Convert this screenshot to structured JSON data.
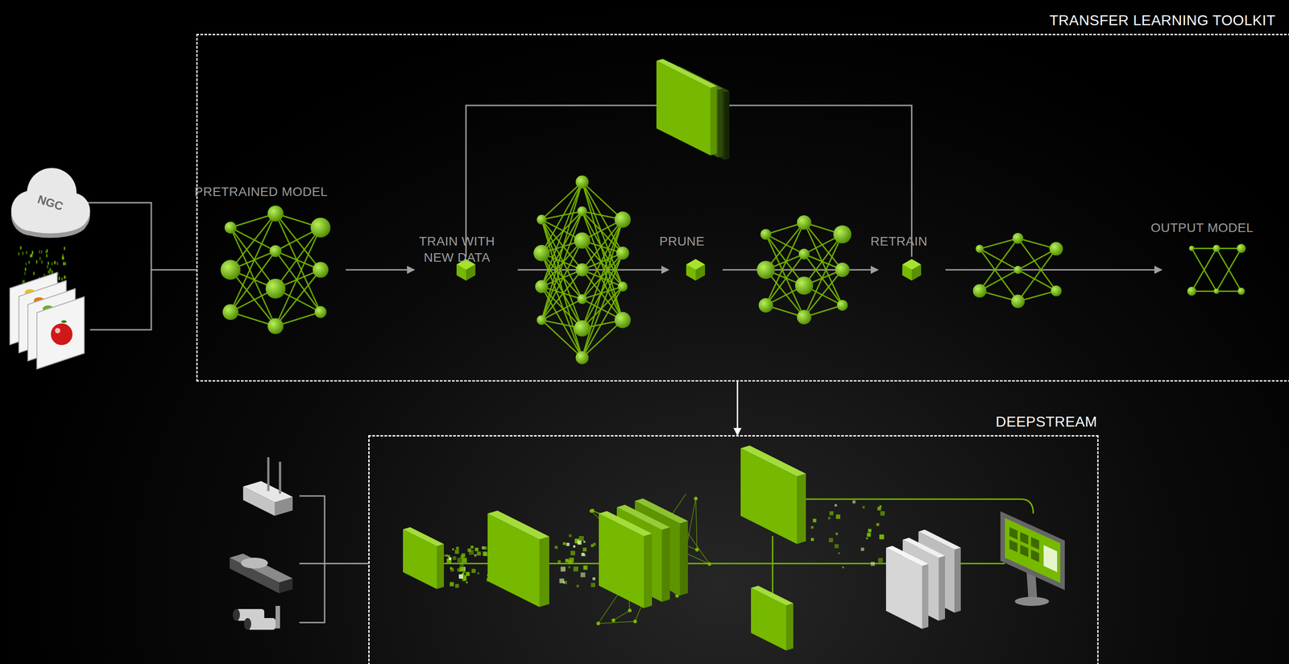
{
  "diagram": {
    "nodes": [
      {
        "text": [
          "TRANSFER LEARNING TOOLKIT"
        ]
      },
      {
        "text": [
          "NGC"
        ]
      },
      {
        "text": [
          "PRETRAINED MODEL"
        ],
        "in": 0
      },
      {
        "text": [
          "TRAIN WITH NEW DATA"
        ],
        "in": 0
      },
      {
        "text": [
          "PRUNE"
        ],
        "in": 0
      },
      {
        "text": [
          "RETRAIN"
        ],
        "in": 0
      },
      {
        "text": [
          "OUTPUT MODEL"
        ],
        "in": 0
      },
      {
        "text": [
          "DEEPSTREAM"
        ]
      }
    ],
    "edges": [
      {
        "from": 1,
        "to": 0,
        "arrow": "none"
      },
      {
        "from": 2,
        "to": 3,
        "arrow": "to"
      },
      {
        "from": 3,
        "to": 4,
        "arrow": "to"
      },
      {
        "from": 4,
        "to": 5,
        "arrow": "to"
      },
      {
        "from": 5,
        "to": 6,
        "arrow": "to"
      },
      {
        "from": 3,
        "to": 5,
        "arrow": "none"
      },
      {
        "from": 0,
        "to": 7,
        "arrow": "to"
      }
    ]
  }
}
